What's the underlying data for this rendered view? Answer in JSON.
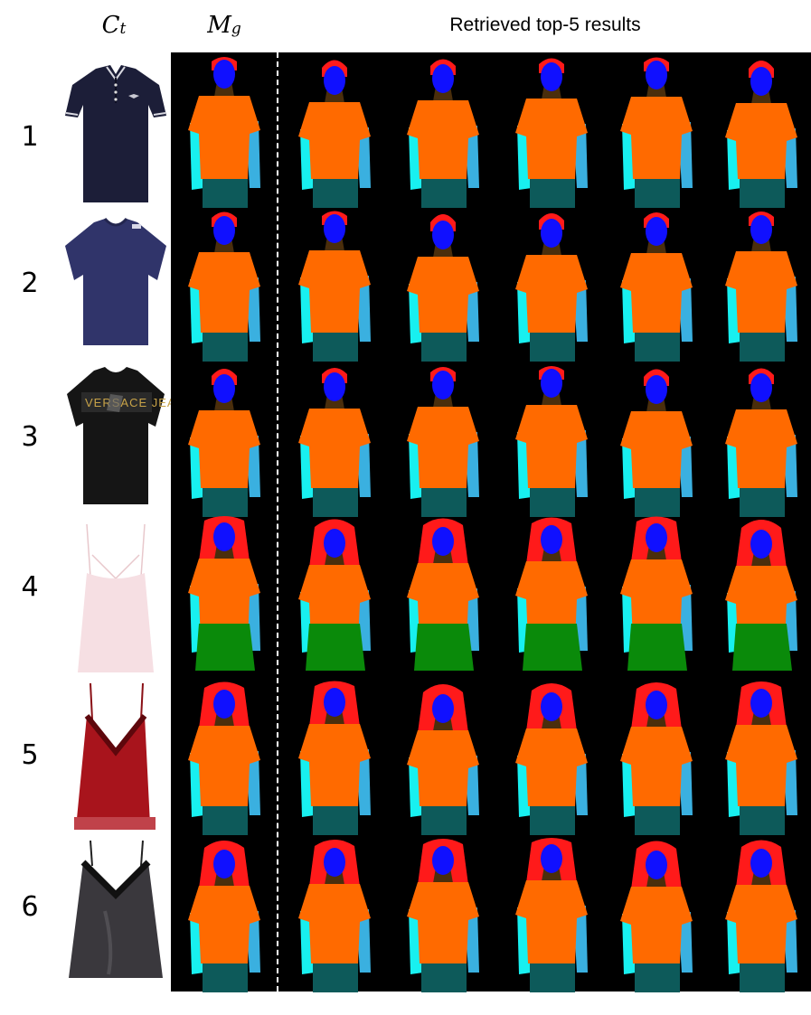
{
  "header": {
    "ct_symbol": "C",
    "ct_subscript": "t",
    "mg_symbol": "M",
    "mg_subscript": "g",
    "results_title": "Retrieved top-5 results"
  },
  "colors": {
    "background": "#000000",
    "hair": "#ff1a1a",
    "face": "#1010ff",
    "neck": "#4a2e0c",
    "top": "#ff6a00",
    "right_arm": "#18f0f0",
    "left_arm": "#3ab0e0",
    "pants": "#0d5a5a",
    "skirt": "#0a8a0a",
    "shoes": "#a0ff60"
  },
  "rows": [
    {
      "label": "1",
      "garment": "navy polo shirt",
      "garment_color": "#1c1e38",
      "hair": "short",
      "bottom": "pants"
    },
    {
      "label": "2",
      "garment": "navy t-shirt",
      "garment_color": "#30346a",
      "hair": "short",
      "bottom": "pants"
    },
    {
      "label": "3",
      "garment": "black printed t-shirt",
      "garment_color": "#151515",
      "hair": "short",
      "bottom": "pants"
    },
    {
      "label": "4",
      "garment": "pink camisole",
      "garment_color": "#f6dfe3",
      "hair": "long",
      "bottom": "skirt"
    },
    {
      "label": "5",
      "garment": "red lace camisole",
      "garment_color": "#a8141c",
      "hair": "long",
      "bottom": "pants"
    },
    {
      "label": "6",
      "garment": "dark satin camisole",
      "garment_color": "#3a383d",
      "hair": "long",
      "bottom": "pants"
    }
  ]
}
